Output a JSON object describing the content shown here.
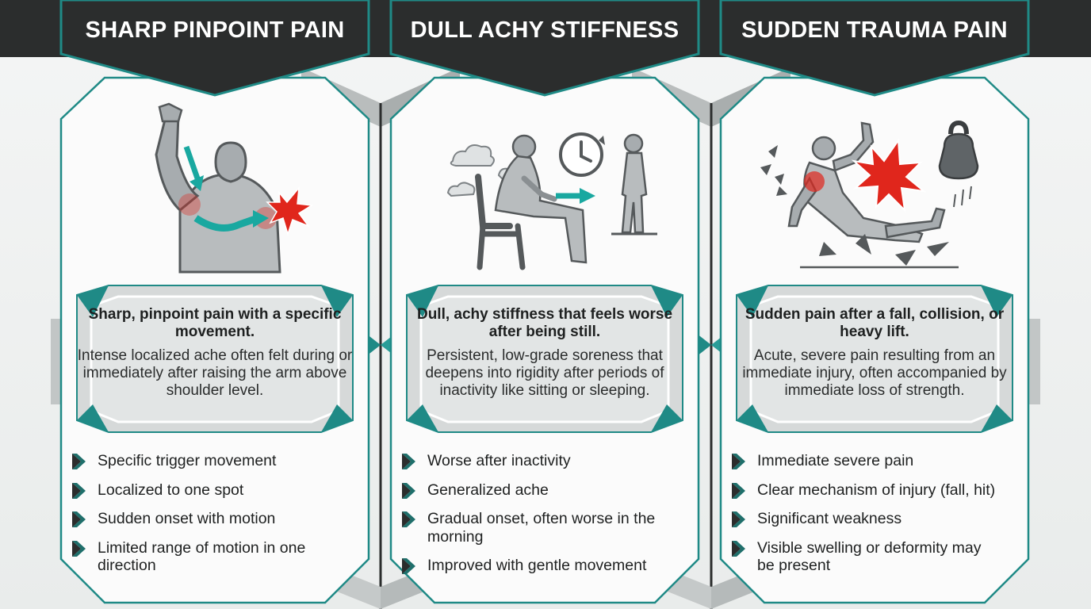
{
  "colors": {
    "teal": "#1f8a86",
    "dark": "#2b2d2d",
    "accent_red": "#e0261c",
    "figure_gray": "#8a8f92"
  },
  "columns": [
    {
      "title": "SHARP PINPOINT PAIN",
      "illustration": "raised-arm-shoulder-pain-icon",
      "headline": "Sharp, pinpoint pain with a specific movement.",
      "description": "Intense localized ache often felt during or immediately after raising the arm above shoulder level.",
      "bullets": [
        "Specific trigger movement",
        "Localized to one spot",
        "Sudden onset with motion",
        "Limited range of motion in one direction"
      ]
    },
    {
      "title": "DULL ACHY STIFFNESS",
      "illustration": "seated-figure-stiffness-icon",
      "headline": "Dull, achy stiffness that feels worse after being still.",
      "description": "Persistent, low-grade soreness that deepens into rigidity after periods of inactivity like sitting or sleeping.",
      "bullets": [
        "Worse after inactivity",
        "Generalized ache",
        "Gradual onset, often worse in the morning",
        "Improved with gentle movement"
      ]
    },
    {
      "title": "SUDDEN TRAUMA PAIN",
      "illustration": "falling-figure-trauma-icon",
      "headline": "Sudden pain after a fall, collision, or heavy lift.",
      "description": "Acute, severe pain resulting from an immediate injury, often accompanied by immediate loss of strength.",
      "bullets": [
        "Immediate severe pain",
        "Clear mechanism of injury (fall, hit)",
        "Significant weakness",
        "Visible swelling or deformity may be present"
      ]
    }
  ]
}
